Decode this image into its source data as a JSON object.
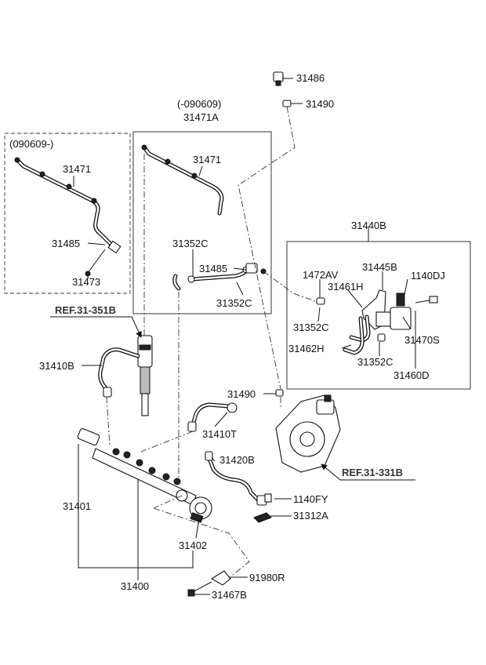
{
  "labels": {
    "variant_new": "(090609-)",
    "variant_old": "(-090609)",
    "p31471A": "31471A",
    "p31471_left": "31471",
    "p31471_center": "31471",
    "p31485_left": "31485",
    "p31485_center": "31485",
    "p31473": "31473",
    "p31486": "31486",
    "p31490_top": "31490",
    "p31490_mid": "31490",
    "p31440B": "31440B",
    "p31352C_a": "31352C",
    "p31352C_b": "31352C",
    "p31352C_c": "31352C",
    "p31352C_d": "31352C",
    "p1472AV": "1472AV",
    "p31445B": "31445B",
    "p1140DJ": "1140DJ",
    "p31461H": "31461H",
    "p31462H": "31462H",
    "p31470S": "31470S",
    "p31460D": "31460D",
    "p31410B": "31410B",
    "p31410T": "31410T",
    "p31420B": "31420B",
    "p1140FY": "1140FY",
    "p31312A": "31312A",
    "p31401": "31401",
    "p31402": "31402",
    "p31400": "31400",
    "p91980R": "91980R",
    "p31467B": "31467B"
  },
  "refs": {
    "injector_ref": "REF.31-351B",
    "pump_ref": "REF.31-331B"
  }
}
